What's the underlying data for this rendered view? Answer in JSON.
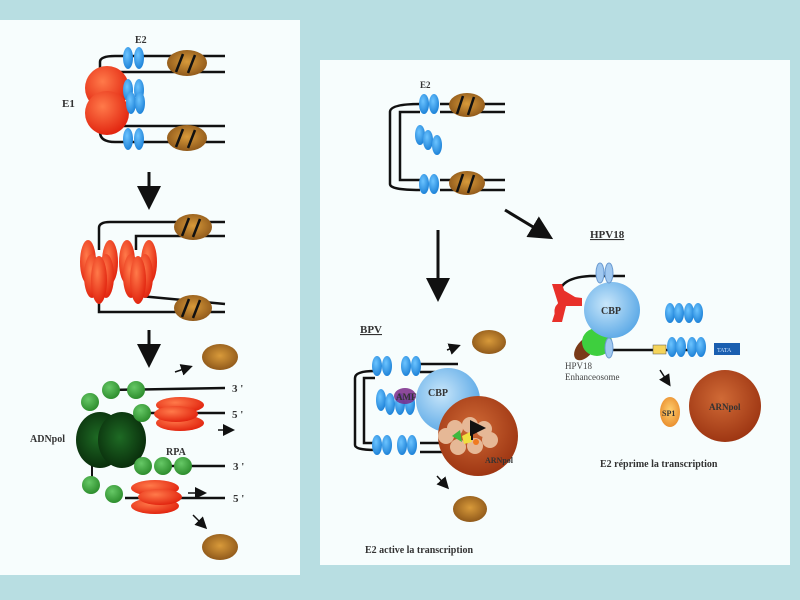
{
  "left_panel": {
    "labels": {
      "e1": "E1",
      "e2": "E2",
      "adnpol": "ADNpol",
      "rpa": "RPA",
      "end_3_top": "3 '",
      "end_5_top": "5 '",
      "end_3_bottom": "3 '",
      "end_5_bottom": "5 '"
    }
  },
  "right_panel": {
    "labels": {
      "e2": "E2",
      "hpv18_title": "HPV18",
      "bpv_title": "BPV",
      "cbp_hpv": "CBP",
      "cbp_bpv": "CBP",
      "amf": "AMF",
      "arnpol_bpv": "ARNpol",
      "arnpol_hpv": "ARNpol",
      "sp1": "SP1",
      "tata": "TATA",
      "enhanceosome_line1": "HPV18",
      "enhanceosome_line2": "Enhanceosome",
      "caption_bpv": "E2 active la transcription",
      "caption_hpv": "E2 réprime la transcription"
    }
  },
  "colors": {
    "background": "#b8dee2",
    "panel": "#f7fdfd",
    "e1_red": "#f03a1e",
    "e2_blue": "#2a9be8",
    "nucleosome_brown": "#a86a2a",
    "adnpol_green": "#0f3d12",
    "rpa_green": "#3aa83a",
    "cbp_blue": "#8cc6ee",
    "arnpol_brown": "#b0441a",
    "sp1_orange": "#f0a440",
    "tata_blue": "#1a5fb0"
  }
}
